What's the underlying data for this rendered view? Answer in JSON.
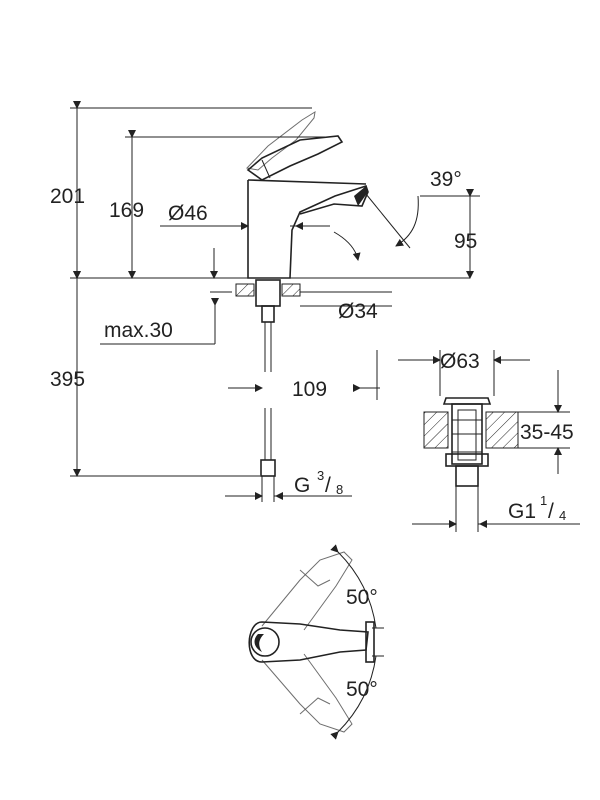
{
  "dimensions": {
    "total_height": "201",
    "body_height": "169",
    "body_diameter": "Ø46",
    "spout_angle": "39°",
    "spout_height": "95",
    "mount_diameter": "Ø34",
    "deck_thickness": "max.30",
    "hose_length": "395",
    "spout_reach": "109",
    "connection_base": "G",
    "connection_num": "3",
    "connection_den": "8",
    "waste_diameter": "Ø63",
    "waste_range": "35-45",
    "waste_thread_base": "G1",
    "waste_thread_num": "1",
    "waste_thread_den": "4",
    "lever_angle_top": "50°",
    "lever_angle_bottom": "50°"
  },
  "colors": {
    "line": "#222222",
    "background": "#ffffff"
  }
}
